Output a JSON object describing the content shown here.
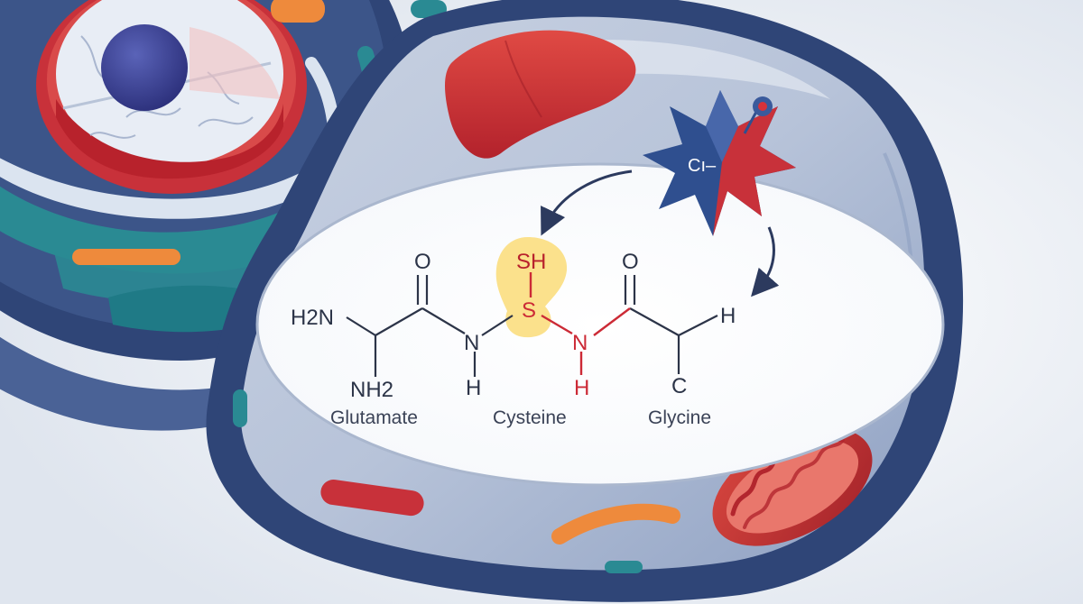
{
  "molecule": {
    "atoms": {
      "h2n": "H2N",
      "o_left": "O",
      "nh2": "NH2",
      "n_left": "N",
      "h_left": "H",
      "sh": "SH",
      "s": "S",
      "n_right": "N",
      "h_right": "H",
      "o_right": "O",
      "h_top": "H",
      "c": "C"
    },
    "residues": {
      "glutamate": "Glutamate",
      "cysteine": "Cysteine",
      "glycine": "Glycine"
    }
  },
  "radical": {
    "label": "Cı–"
  },
  "colors": {
    "membrane": "#2f4577",
    "membrane_dark": "#243a68",
    "teal": "#2a8a93",
    "red_accent": "#c8313a",
    "orange": "#ee8a3c",
    "thiol_highlight": "#fbe18c"
  },
  "icons": [
    "nucleus-icon",
    "liver-icon",
    "mitochondrion-icon",
    "free-radical-icon",
    "arrow-icon"
  ]
}
